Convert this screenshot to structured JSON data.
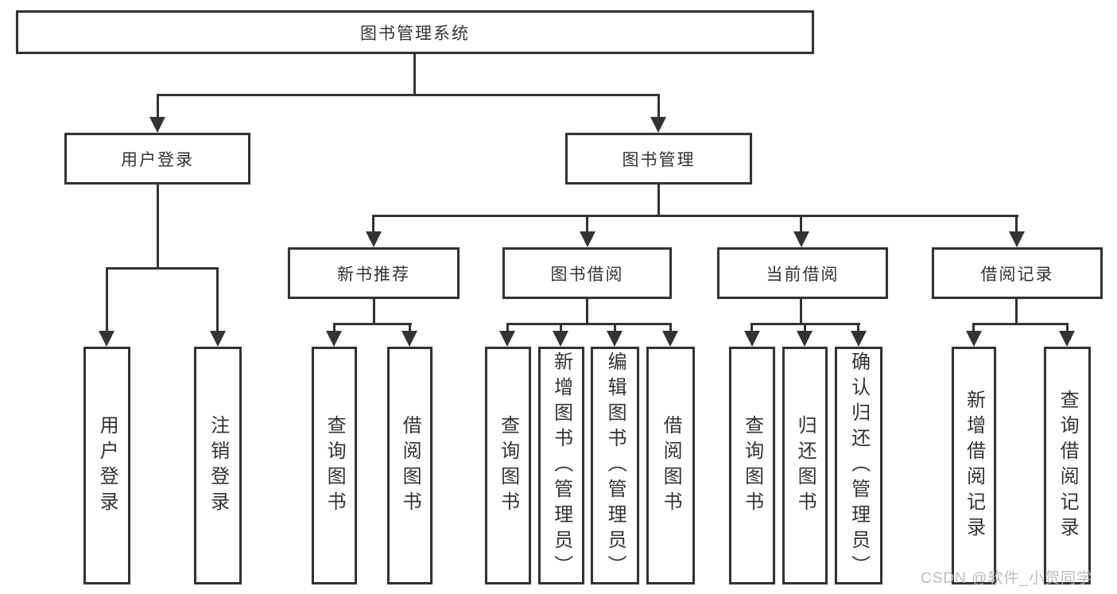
{
  "title": "图书管理系统",
  "watermark": "CSDN @软件_小贺同学",
  "colors": {
    "line": "#333333",
    "box_fill": "#ffffff",
    "text": "#333333",
    "watermark": "#b9b9b9"
  },
  "nodes": {
    "root": "图书管理系统",
    "userLogin": "用户登录",
    "bookMgmt": "图书管理",
    "newBook": "新书推荐",
    "bookBorrow": "图书借阅",
    "currentBorrow": "当前借阅",
    "borrowRecord": "借阅记录",
    "leaves": {
      "userLogin": [
        "用户登录",
        "注销登录"
      ],
      "newBook": [
        "查询图书",
        "借阅图书"
      ],
      "bookBorrow": [
        "查询图书",
        "新增图书（管理员）",
        "编辑图书（管理员）",
        "借阅图书"
      ],
      "currentBorrow": [
        "查询图书",
        "归还图书",
        "确认归还（管理员）"
      ],
      "borrowRecord": [
        "新增借阅记录",
        "查询借阅记录"
      ]
    }
  },
  "tree": {
    "图书管理系统": {
      "用户登录": [
        "用户登录",
        "注销登录"
      ],
      "图书管理": {
        "新书推荐": [
          "查询图书",
          "借阅图书"
        ],
        "图书借阅": [
          "查询图书",
          "新增图书（管理员）",
          "编辑图书（管理员）",
          "借阅图书"
        ],
        "当前借阅": [
          "查询图书",
          "归还图书",
          "确认归还（管理员）"
        ],
        "借阅记录": [
          "新增借阅记录",
          "查询借阅记录"
        ]
      }
    }
  }
}
